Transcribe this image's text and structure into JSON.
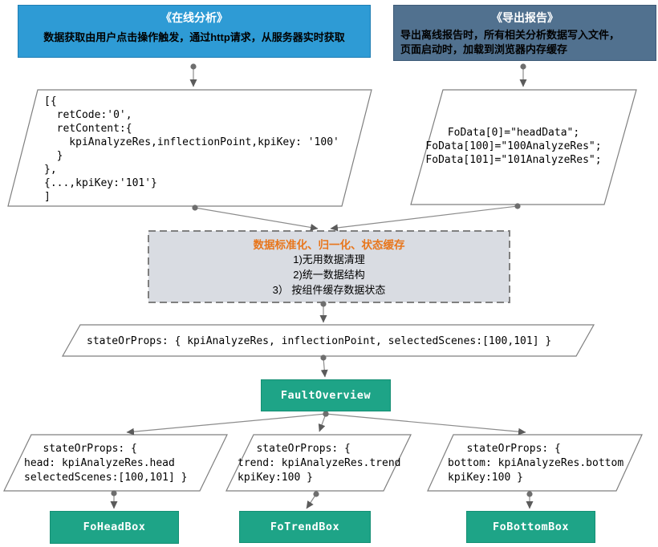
{
  "diagram_title": "FaultOverview data flow diagram",
  "colors": {
    "online_banner": "#2E9BD5",
    "export_banner": "#51718F",
    "component_green": "#1EA487",
    "normalize_fill": "#D9DCE2",
    "normalize_title_orange": "#E8761C",
    "connector_gray": "#8C8C8C",
    "shape_border_gray": "#7F7F7F"
  },
  "nodes": {
    "online": {
      "title": "《在线分析》",
      "desc": "数据获取由用户点击操作触发，通过http请求，从服务器实时获取"
    },
    "export": {
      "title": "《导出报告》",
      "desc": "导出离线报告时，所有相关分析数据写入文件，\n页面启动时，加载到浏览器内存缓存"
    },
    "online_response": {
      "code": "[{\n  retCode:'0',\n  retContent:{\n    kpiAnalyzeRes,inflectionPoint,kpiKey: '100'\n  }\n},\n{...,kpiKey:'101'}\n]"
    },
    "export_cache": {
      "code": "FoData[0]=\"headData\";\nFoData[100]=\"100AnalyzeRes\";\nFoData[101]=\"101AnalyzeRes\";"
    },
    "normalize": {
      "title": "数据标准化、归一化、状态缓存",
      "steps": [
        "1)无用数据清理",
        "2)统一数据结构",
        "3） 按组件缓存数据状态"
      ]
    },
    "state_props": {
      "code": "stateOrProps: { kpiAnalyzeRes, inflectionPoint, selectedScenes:[100,101] }"
    },
    "fault_overview": {
      "label": "FaultOverview"
    },
    "head_props": {
      "code": "   stateOrProps: {\nhead: kpiAnalyzeRes.head\nselectedScenes:[100,101] }"
    },
    "trend_props": {
      "code": "   stateOrProps: {\ntrend: kpiAnalyzeRes.trend\nkpiKey:100 }"
    },
    "bottom_props": {
      "code": "   stateOrProps: {\nbottom: kpiAnalyzeRes.bottom\nkpiKey:100 }"
    },
    "fo_head_box": {
      "label": "FoHeadBox"
    },
    "fo_trend_box": {
      "label": "FoTrendBox"
    },
    "fo_bottom_box": {
      "label": "FoBottomBox"
    }
  }
}
